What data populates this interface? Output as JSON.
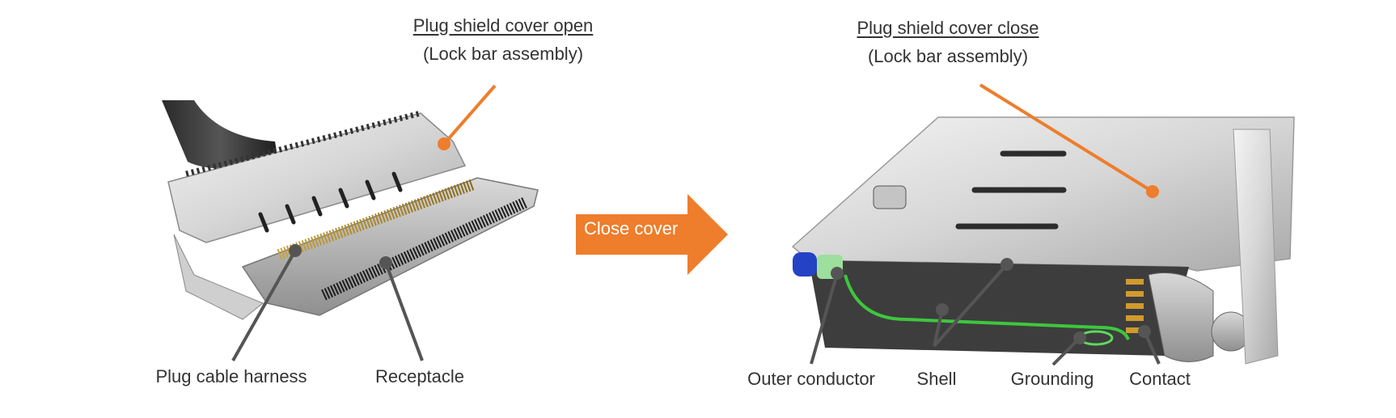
{
  "left_panel": {
    "title_line1": "Plug shield cover open",
    "title_line2": "(Lock bar assembly)",
    "callouts": [
      "Plug cable harness",
      "Receptacle"
    ]
  },
  "arrow": {
    "label": "Close cover",
    "color": "#EE7D2C"
  },
  "right_panel": {
    "title_line1": "Plug shield cover close",
    "title_line2": "(Lock bar assembly)",
    "callouts": [
      "Outer conductor",
      "Shell",
      "Grounding",
      "Contact"
    ]
  },
  "colors": {
    "accent": "#EE7D2C",
    "leader": "#555555",
    "text": "#333333"
  }
}
